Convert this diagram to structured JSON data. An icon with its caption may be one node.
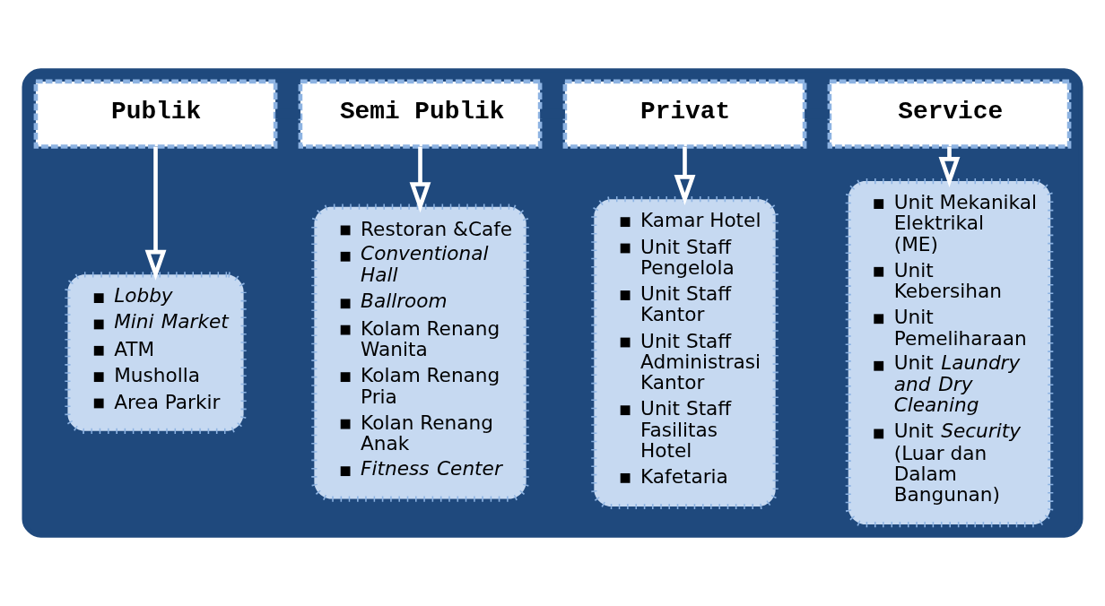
{
  "diagram": {
    "nodes": [
      {
        "text": [],
        "shape": "box"
      },
      {
        "text": [
          "Publik"
        ],
        "in": 0
      },
      {
        "text": [
          "Semi Publik"
        ],
        "in": 0
      },
      {
        "text": [
          "Privat"
        ],
        "in": 0
      },
      {
        "text": [
          "Service"
        ],
        "in": 0
      },
      {
        "text": [
          "Lobby",
          "Mini Market",
          "ATM",
          "Musholla",
          "Area Parkir"
        ],
        "in": 0
      },
      {
        "text": [
          "Restoran &Cafe",
          "Conventional Hall",
          "Ballroom",
          "Kolam Renang Wanita",
          "Kolam Renang Pria",
          "Kolan Renang Anak",
          "Fitness Center"
        ],
        "in": 0
      },
      {
        "text": [
          "Kamar Hotel",
          "Unit Staff Pengelola",
          "Unit Staff Kantor",
          "Unit Staff Administrasi Kantor",
          "Unit Staff Fasilitas Hotel",
          "Kafetaria"
        ],
        "in": 0
      },
      {
        "text": [
          "Unit Mekanikal Elektrikal (ME)",
          "Unit Kebersihan",
          "Unit Pemeliharaan",
          "Unit *Laundry and Dry Cleaning*",
          "Unit *Security* (Luar dan Dalam Bangunan)"
        ],
        "in": 0
      }
    ],
    "edges": [
      {
        "from": 1,
        "to": 5,
        "arrow": "to"
      },
      {
        "from": 2,
        "to": 6,
        "arrow": "to"
      },
      {
        "from": 3,
        "to": 7,
        "arrow": "to"
      },
      {
        "from": 4,
        "to": 8,
        "arrow": "to"
      },
      {
        "from": 1,
        "to": 2,
        "arrow": "none",
        "style": "thick",
        "color": "#1f497d"
      },
      {
        "from": 2,
        "to": 3,
        "arrow": "none",
        "style": "thick",
        "color": "#1f497d"
      },
      {
        "from": 3,
        "to": 4,
        "arrow": "none",
        "style": "thick",
        "color": "#1f497d"
      }
    ]
  }
}
